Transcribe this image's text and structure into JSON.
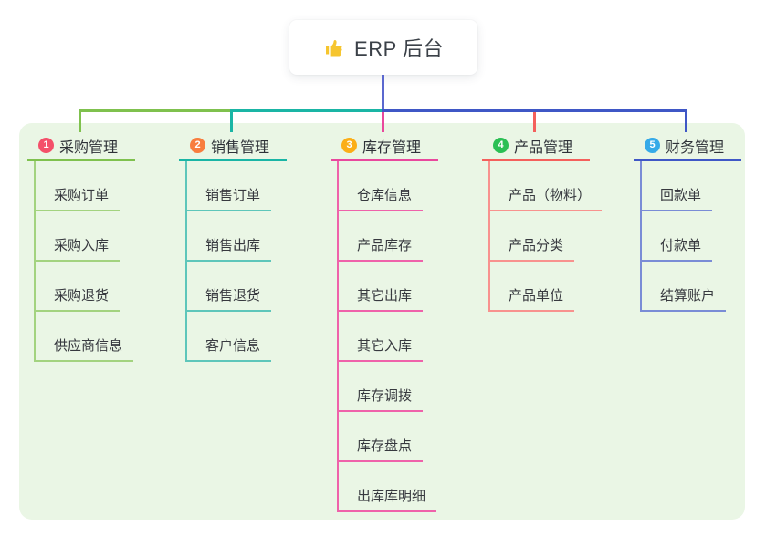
{
  "root": {
    "label": "ERP 后台",
    "icon": "thumbs-up-icon",
    "icon_color": "#f6c52e",
    "card_bg": "#ffffff",
    "drop_line_color": "#5b68cf"
  },
  "canvas": {
    "panel_bg": "#eaf6e5"
  },
  "branches": [
    {
      "number": "1",
      "title": "采购管理",
      "line_color": "#7fc14e",
      "line_light": "#a3d37f",
      "badge_color": "#f4506a",
      "children": [
        "采购订单",
        "采购入库",
        "采购退货",
        "供应商信息"
      ]
    },
    {
      "number": "2",
      "title": "销售管理",
      "line_color": "#1ab5a5",
      "line_light": "#5ec6ba",
      "badge_color": "#f87d3e",
      "children": [
        "销售订单",
        "销售出库",
        "销售退货",
        "客户信息"
      ]
    },
    {
      "number": "3",
      "title": "库存管理",
      "line_color": "#e9489d",
      "line_light": "#ef62aa",
      "badge_color": "#fbae17",
      "children": [
        "仓库信息",
        "产品库存",
        "其它出库",
        "其它入库",
        "库存调拨",
        "库存盘点",
        "出库库明细"
      ]
    },
    {
      "number": "4",
      "title": "产品管理",
      "line_color": "#f4605c",
      "line_light": "#f8928e",
      "badge_color": "#2bbf54",
      "children": [
        "产品（物料）",
        "产品分类",
        "产品单位"
      ]
    },
    {
      "number": "5",
      "title": "财务管理",
      "line_color": "#3f57c6",
      "line_light": "#7a8cd6",
      "badge_color": "#35aae8",
      "children": [
        "回款单",
        "付款单",
        "结算账户"
      ]
    }
  ]
}
